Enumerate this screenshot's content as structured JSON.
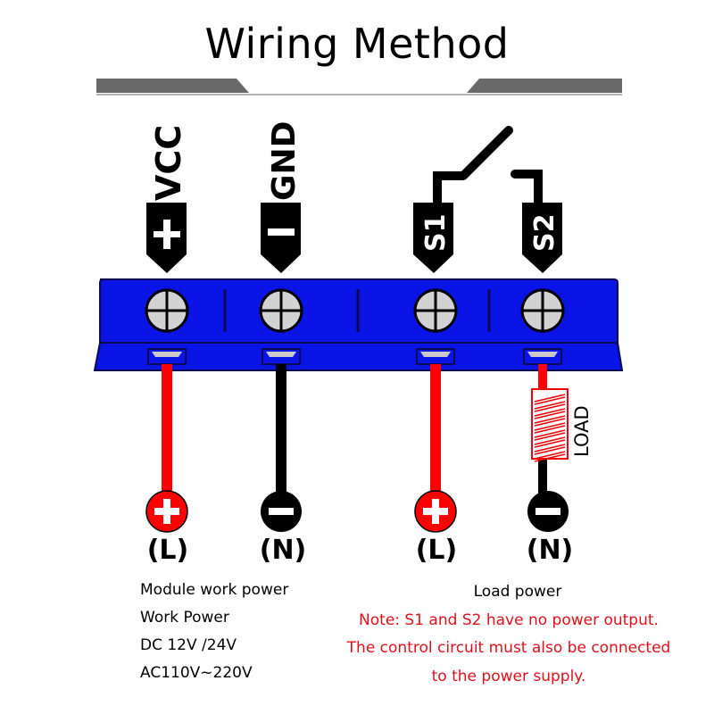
{
  "title": "Wiring Method",
  "terminals": [
    {
      "label": "VCC",
      "symbol": "+",
      "wire": "L",
      "wire_polarity": "+"
    },
    {
      "label": "GND",
      "symbol": "-",
      "wire": "N",
      "wire_polarity": "-"
    },
    {
      "label": "S1",
      "symbol": "",
      "wire": "L",
      "wire_polarity": "+"
    },
    {
      "label": "S2",
      "symbol": "",
      "wire": "N",
      "wire_polarity": "-"
    }
  ],
  "labels": {
    "vcc": "VCC",
    "gnd": "GND",
    "s1": "S1",
    "s2": "S2",
    "load": "LOAD",
    "plus": "+",
    "minus": "-",
    "l1": "(L)",
    "n1": "(N)",
    "l2": "(L)",
    "n2": "(N)"
  },
  "module_power": {
    "heading": "Module work power",
    "line1": "Work Power",
    "line2": "DC 12V /24V",
    "line3": "AC110V~220V"
  },
  "load_power": {
    "heading": "Load power",
    "note1": "Note: S1 and S2 have no power output.",
    "note2": "The control circuit must also be connected",
    "note3": "to the power supply."
  },
  "colors": {
    "terminal_block": "#0a14e6",
    "live_wire": "#ff0000",
    "neutral_wire": "#000000",
    "note_text": "#e0101a"
  }
}
